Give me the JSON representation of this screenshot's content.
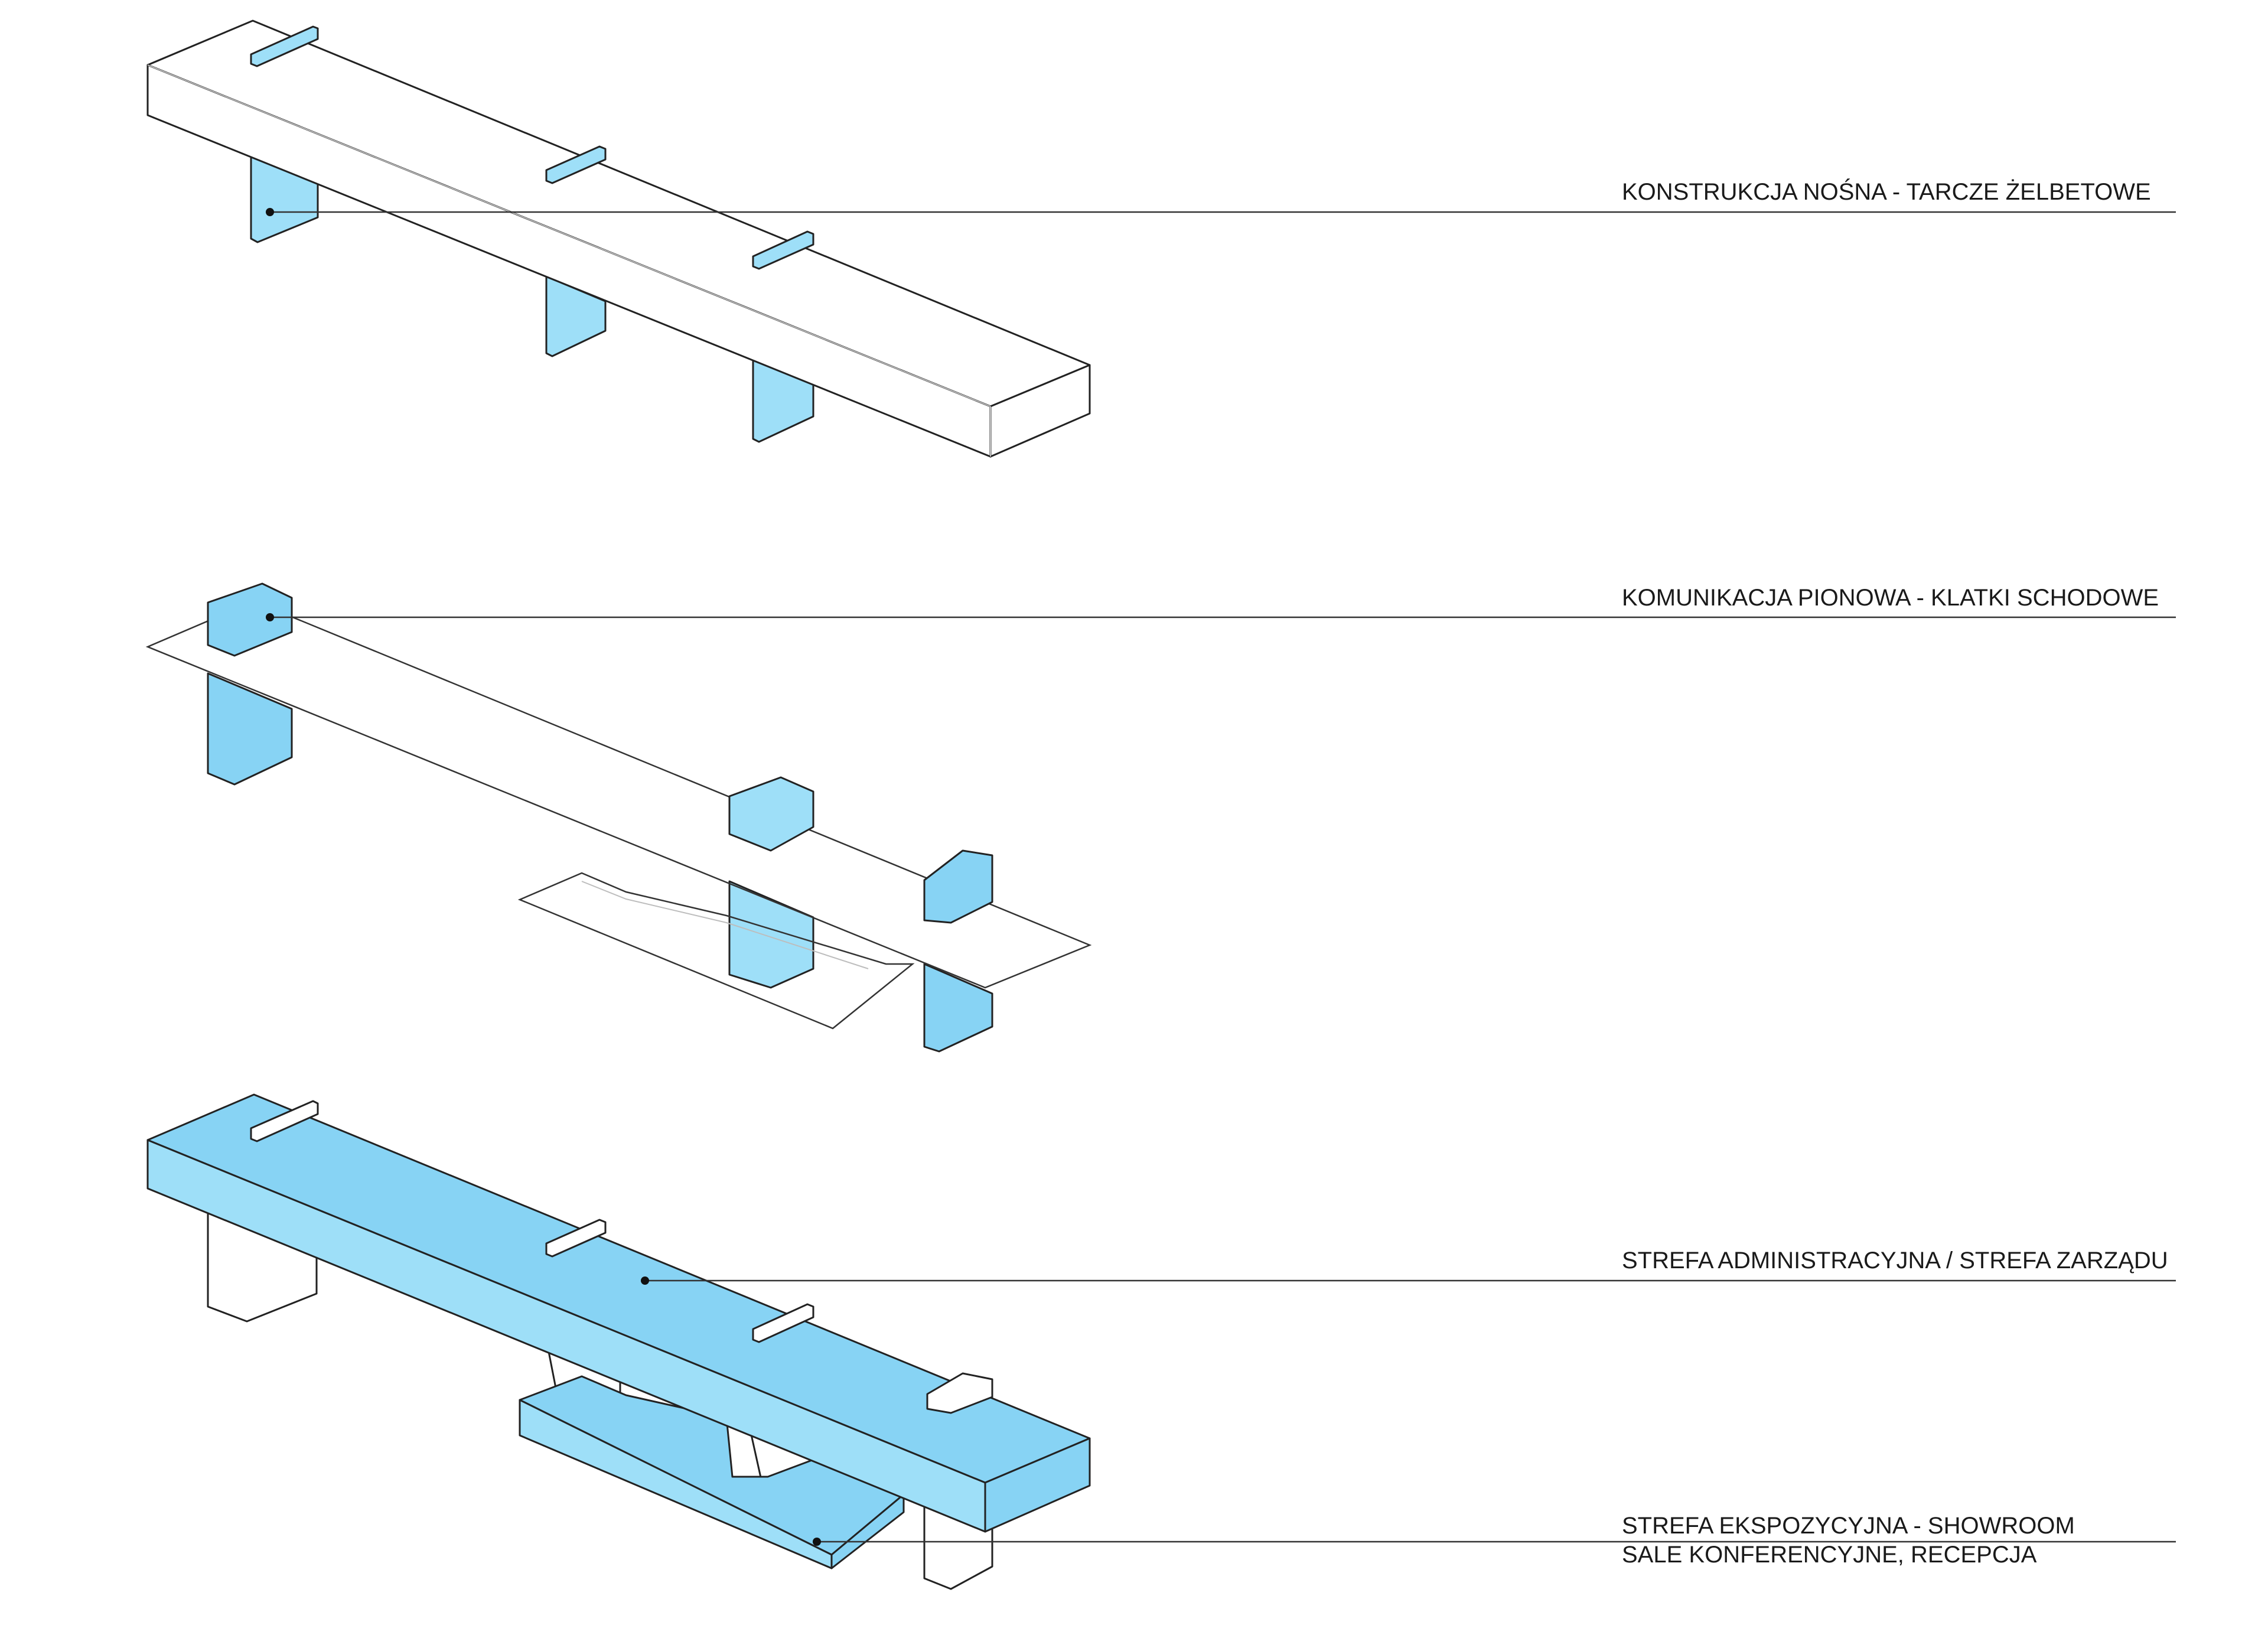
{
  "colors": {
    "accent_light": "#9edff8",
    "accent_mid": "#87d3f4",
    "accent_dark": "#6cc4ec",
    "line": "#333333",
    "background": "#ffffff"
  },
  "annotations": [
    {
      "text": "KONSTRUKCJA NOŚNA - TARCZE ŻELBETOWE"
    },
    {
      "text": "KOMUNIKACJA PIONOWA - KLATKI SCHODOWE"
    },
    {
      "text": "STREFA ADMINISTRACYJNA / STREFA ZARZĄDU"
    },
    {
      "text": "STREFA EKSPOZYCYJNA - SHOWROOM",
      "text2": "SALE KONFERENCYJNE, RECEPCJA"
    }
  ]
}
